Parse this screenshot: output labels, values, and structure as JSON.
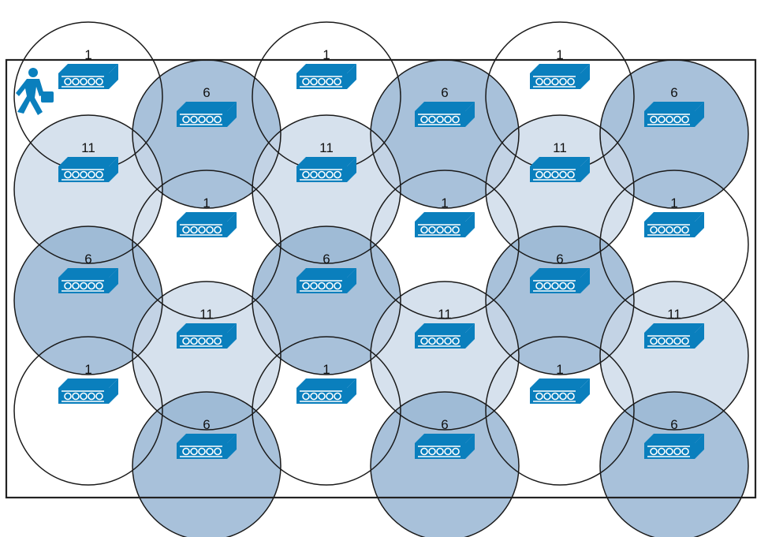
{
  "colors": {
    "background": "#ffffff",
    "floor_outline": "#222222",
    "cell_outline": "#1a1a1a",
    "channel_1": "#ffffff",
    "channel_6": "#8fb0d0",
    "channel_11": "#cbd9e8",
    "ap_body": "#0a7fbd",
    "ap_dark": "#045a88",
    "ap_top": "#3aa1d8",
    "user_icon": "#0a7fbd"
  },
  "icons": {
    "access_point": "access-point-icon",
    "user": "walking-user-icon"
  },
  "channels": [
    "1",
    "6",
    "11"
  ],
  "rows": [
    {
      "row": 1,
      "cells": [
        {
          "col": 1,
          "channel": "1"
        },
        {
          "col": 3,
          "channel": "1"
        },
        {
          "col": 5,
          "channel": "1"
        }
      ]
    },
    {
      "row": 2,
      "cells": [
        {
          "col": 2,
          "channel": "6"
        },
        {
          "col": 4,
          "channel": "6"
        },
        {
          "col": 6,
          "channel": "6"
        }
      ]
    },
    {
      "row": 3,
      "cells": [
        {
          "col": 1,
          "channel": "11"
        },
        {
          "col": 3,
          "channel": "11"
        },
        {
          "col": 5,
          "channel": "11"
        }
      ]
    },
    {
      "row": 4,
      "cells": [
        {
          "col": 2,
          "channel": "1"
        },
        {
          "col": 4,
          "channel": "1"
        },
        {
          "col": 6,
          "channel": "1"
        }
      ]
    },
    {
      "row": 5,
      "cells": [
        {
          "col": 1,
          "channel": "6"
        },
        {
          "col": 3,
          "channel": "6"
        },
        {
          "col": 5,
          "channel": "6"
        }
      ]
    },
    {
      "row": 6,
      "cells": [
        {
          "col": 2,
          "channel": "11"
        },
        {
          "col": 4,
          "channel": "11"
        },
        {
          "col": 6,
          "channel": "11"
        }
      ]
    },
    {
      "row": 7,
      "cells": [
        {
          "col": 1,
          "channel": "1"
        },
        {
          "col": 3,
          "channel": "1"
        },
        {
          "col": 5,
          "channel": "1"
        }
      ]
    },
    {
      "row": 8,
      "cells": [
        {
          "col": 2,
          "channel": "6"
        },
        {
          "col": 4,
          "channel": "6"
        },
        {
          "col": 6,
          "channel": "6"
        }
      ]
    }
  ]
}
